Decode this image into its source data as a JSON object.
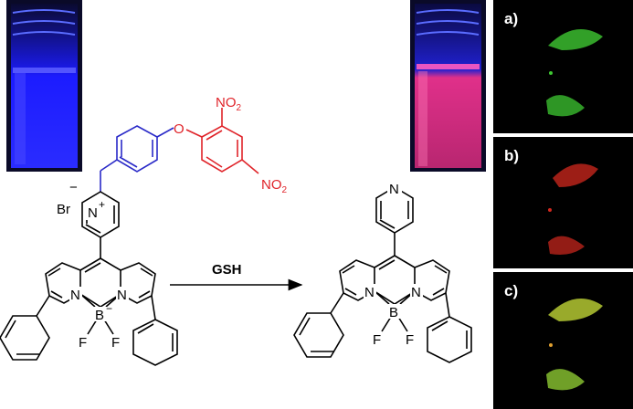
{
  "panels": [
    {
      "label": "a)",
      "channel": "green",
      "color": "#3ec832"
    },
    {
      "label": "b)",
      "channel": "red",
      "color": "#d2281e"
    },
    {
      "label": "c)",
      "channel": "merge",
      "color": "#b4c832"
    }
  ],
  "reagent": "GSH",
  "vials": {
    "before_color": "#2a2cff",
    "after_color": "#c8286e"
  },
  "reactant": {
    "counter_ion": "Br",
    "counter_charge": "−",
    "nitrogen": "N",
    "nitrogen_charge": "+",
    "ether_oxygen": "O",
    "nitro_1": "NO2",
    "nitro_2": "NO2",
    "core_n1": "N",
    "core_n2": "N",
    "boron": "B",
    "fluorine_1": "F",
    "fluorine_2": "F",
    "boron_charge": "−"
  },
  "product": {
    "pyridine_n": "N",
    "core_n1": "N",
    "core_n2": "N",
    "boron": "B",
    "fluorine_1": "F",
    "fluorine_2": "F"
  }
}
